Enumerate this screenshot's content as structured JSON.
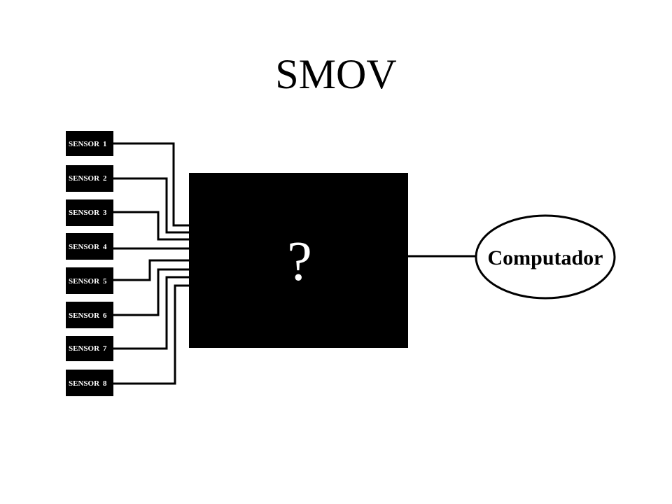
{
  "title": "SMOV",
  "sensors": [
    {
      "name": "SENSOR",
      "num": "1"
    },
    {
      "name": "SENSOR",
      "num": "2"
    },
    {
      "name": "SENSOR",
      "num": "3"
    },
    {
      "name": "SENSOR",
      "num": "4"
    },
    {
      "name": "SENSOR",
      "num": "5"
    },
    {
      "name": "SENSOR",
      "num": "6"
    },
    {
      "name": "SENSOR",
      "num": "7"
    },
    {
      "name": "SENSOR",
      "num": "8"
    }
  ],
  "processor": {
    "label": "?"
  },
  "computer": {
    "label": "Computador"
  }
}
